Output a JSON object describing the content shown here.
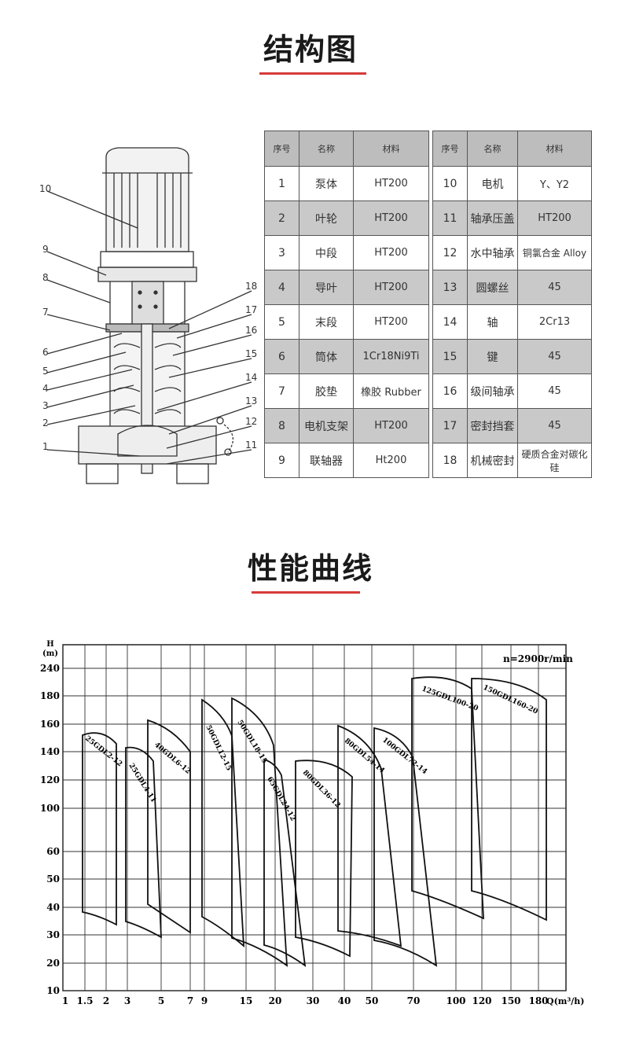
{
  "structure_section": {
    "title": "结构图"
  },
  "curve_section": {
    "title": "性能曲线"
  },
  "drawing": {
    "callout_numbers": [
      "10",
      "9",
      "8",
      "7",
      "6",
      "5",
      "4",
      "3",
      "2",
      "1",
      "18",
      "17",
      "16",
      "15",
      "14",
      "13",
      "12",
      "11"
    ]
  },
  "parts_table": {
    "headers": [
      "序号",
      "名称",
      "材料",
      "序号",
      "名称",
      "材料"
    ],
    "rows": [
      {
        "left": [
          "1",
          "泵体",
          "HT200"
        ],
        "right": [
          "10",
          "电机",
          "Y、Y2"
        ]
      },
      {
        "left": [
          "2",
          "叶轮",
          "HT200"
        ],
        "right": [
          "11",
          "轴承压盖",
          "HT200"
        ]
      },
      {
        "left": [
          "3",
          "中段",
          "HT200"
        ],
        "right": [
          "12",
          "水中轴承",
          "铜氯合金 Alloy"
        ]
      },
      {
        "left": [
          "4",
          "导叶",
          "HT200"
        ],
        "right": [
          "13",
          "圆螺丝",
          "45"
        ]
      },
      {
        "left": [
          "5",
          "末段",
          "HT200"
        ],
        "right": [
          "14",
          "轴",
          "2Cr13"
        ]
      },
      {
        "left": [
          "6",
          "筒体",
          "1Cr18Ni9Ti"
        ],
        "right": [
          "15",
          "键",
          "45"
        ]
      },
      {
        "left": [
          "7",
          "胶垫",
          "橡胶 Rubber"
        ],
        "right": [
          "16",
          "级间轴承",
          "45"
        ]
      },
      {
        "left": [
          "8",
          "电机支架",
          "HT200"
        ],
        "right": [
          "17",
          "密封挡套",
          "45"
        ]
      },
      {
        "left": [
          "9",
          "联轴器",
          "Ht200"
        ],
        "right": [
          "18",
          "机械密封",
          "硬质合金对碳化硅"
        ]
      }
    ]
  },
  "chart_data": {
    "type": "line",
    "title": "",
    "speed_label": "n=2900r/min",
    "ylabel": "H\n(m)",
    "xlabel": "Q(m³/h)",
    "x_ticks": [
      "1",
      "1.5",
      "2",
      "3",
      "5",
      "7",
      "9",
      "15",
      "20",
      "30",
      "40",
      "50",
      "70",
      "100",
      "120",
      "150",
      "180"
    ],
    "y_ticks": [
      "10",
      "20",
      "30",
      "40",
      "50",
      "60",
      "100",
      "120",
      "140",
      "160",
      "180",
      "240"
    ],
    "series": [
      {
        "name": "25GDL2-12"
      },
      {
        "name": "25GDL4-11"
      },
      {
        "name": "40GDL6-12"
      },
      {
        "name": "50GDL12-15"
      },
      {
        "name": "50GDL18-15"
      },
      {
        "name": "65GDL24-12"
      },
      {
        "name": "80GDL36-12"
      },
      {
        "name": "80GDL54-14"
      },
      {
        "name": "100GDL72-14"
      },
      {
        "name": "125GDL100-20"
      },
      {
        "name": "150GDL160-20"
      }
    ],
    "grid": true
  }
}
